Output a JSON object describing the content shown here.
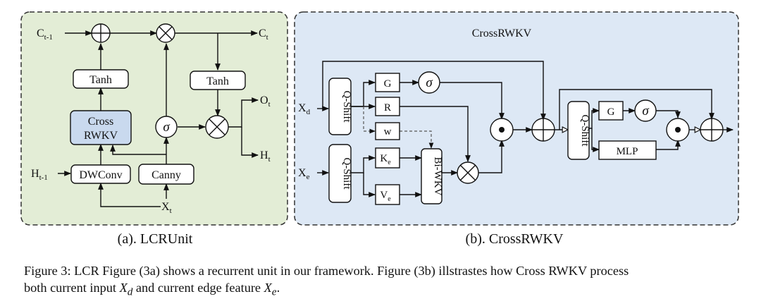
{
  "panel_a": {
    "caption": "(a). LCRUnit",
    "inputs": {
      "c_prev": "C",
      "c_prev_sub": "t-1",
      "h_prev": "H",
      "h_prev_sub": "t-1",
      "x": "X",
      "x_sub": "t"
    },
    "outputs": {
      "c": "C",
      "c_sub": "t",
      "o": "O",
      "o_sub": "t",
      "h": "H",
      "h_sub": "t"
    },
    "blocks": {
      "tanh_left": "Tanh",
      "tanh_right": "Tanh",
      "cross_line1": "Cross",
      "cross_line2": "RWKV",
      "dwconv": "DWConv",
      "canny": "Canny"
    },
    "sigma": "σ"
  },
  "panel_b": {
    "title": "CrossRWKV",
    "caption": "(b). CrossRWKV",
    "inputs": {
      "xd": "X",
      "xd_sub": "d",
      "xe": "X",
      "xe_sub": "e"
    },
    "blocks": {
      "qshift_top": "Q-Shift",
      "qshift_bottom": "Q-Shift",
      "qshift_right": "Q-Shift",
      "g": "G",
      "r": "R",
      "w": "w",
      "k": "K",
      "k_sub": "e",
      "v": "V",
      "v_sub": "e",
      "biwkv": "Bi-WKV",
      "g_right": "G",
      "mlp": "MLP"
    },
    "sigma": "σ"
  },
  "figure_caption": {
    "line1_a": "Figure 3: LCR Figure (3a) shows a recurrent unit in our framework. Figure (3b) illstrastes how Cross RWKV process",
    "line2_a": "both current input ",
    "xd_var": "X",
    "xd_sub": "d",
    "line2_b": " and current edge feature ",
    "xe_var": "X",
    "xe_sub": "e",
    "line2_c": "."
  },
  "colors": {
    "panel_a_fill": "#e3edd6",
    "panel_b_fill": "#dde8f5",
    "cross_rwkv_fill": "#c9d9ee",
    "stroke": "#111111"
  }
}
